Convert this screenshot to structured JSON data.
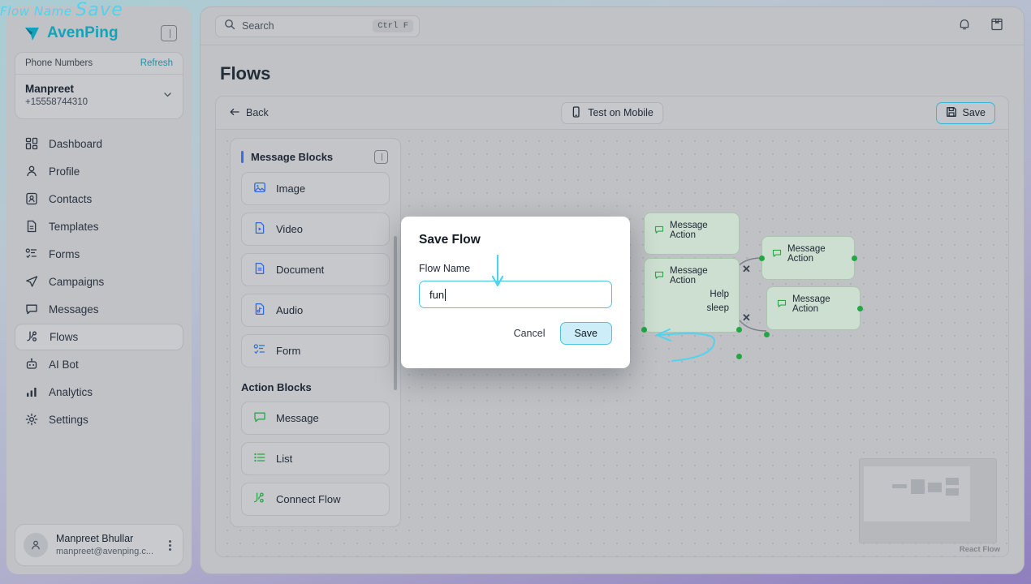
{
  "brand": {
    "name": "AvenPing",
    "logo_icon": "paper-plane-logo",
    "collapse_icon": "panel-collapse-icon"
  },
  "sidebar": {
    "phone_section": {
      "label": "Phone Numbers",
      "refresh_label": "Refresh",
      "selected_name": "Manpreet",
      "selected_number": "+15558744310",
      "chevron_icon": "chevron-down-icon"
    },
    "items": [
      {
        "label": "Dashboard",
        "icon": "grid-icon",
        "active": false
      },
      {
        "label": "Profile",
        "icon": "user-icon",
        "active": false
      },
      {
        "label": "Contacts",
        "icon": "contact-card-icon",
        "active": false
      },
      {
        "label": "Templates",
        "icon": "document-icon",
        "active": false
      },
      {
        "label": "Forms",
        "icon": "form-list-icon",
        "active": false
      },
      {
        "label": "Campaigns",
        "icon": "send-icon",
        "active": false
      },
      {
        "label": "Messages",
        "icon": "chat-bubble-icon",
        "active": false
      },
      {
        "label": "Flows",
        "icon": "flow-branch-icon",
        "active": true
      },
      {
        "label": "AI Bot",
        "icon": "robot-icon",
        "active": false
      },
      {
        "label": "Analytics",
        "icon": "bar-chart-icon",
        "active": false
      },
      {
        "label": "Settings",
        "icon": "gear-icon",
        "active": false
      }
    ],
    "user": {
      "name": "Manpreet Bhullar",
      "email": "manpreet@avenping.c...",
      "avatar_icon": "user-avatar-icon",
      "menu_icon": "kebab-menu-icon"
    }
  },
  "header": {
    "search": {
      "placeholder": "Search",
      "icon": "search-icon",
      "shortcut": "Ctrl F"
    },
    "notification_icon": "bell-icon",
    "bookmark_icon": "book-icon"
  },
  "page": {
    "title": "Flows"
  },
  "board_toolbar": {
    "back_label": "Back",
    "back_icon": "arrow-left-icon",
    "test_label": "Test on Mobile",
    "test_icon": "mobile-icon",
    "save_label": "Save",
    "save_icon": "floppy-disk-icon"
  },
  "palette": {
    "groups": [
      {
        "title": "Message Blocks",
        "accent": "#3b6fe0",
        "toggle_icon": "panel-toggle-icon",
        "items": [
          {
            "label": "Image",
            "icon": "image-icon"
          },
          {
            "label": "Video",
            "icon": "video-file-icon"
          },
          {
            "label": "Document",
            "icon": "document-icon"
          },
          {
            "label": "Audio",
            "icon": "audio-file-icon"
          },
          {
            "label": "Form",
            "icon": "form-list-icon"
          }
        ]
      },
      {
        "title": "Action Blocks",
        "accent": "#2aa84a",
        "items": [
          {
            "label": "Message",
            "icon": "chat-bubble-icon"
          },
          {
            "label": "List",
            "icon": "list-icon"
          },
          {
            "label": "Connect Flow",
            "icon": "connect-flow-icon"
          }
        ]
      }
    ]
  },
  "canvas": {
    "nodes": [
      {
        "title": "Message Action",
        "icon": "chat-bubble-icon",
        "rows": [
          "Help",
          "sleep"
        ]
      },
      {
        "title": "Message Action",
        "icon": "chat-bubble-icon",
        "rows": []
      },
      {
        "title": "Message Action",
        "icon": "chat-bubble-icon",
        "rows": []
      }
    ],
    "edge_delete_icon": "x-icon",
    "attribution": "React Flow"
  },
  "modal": {
    "title": "Save Flow",
    "field_label": "Flow Name",
    "field_value": "fun",
    "cancel_label": "Cancel",
    "save_label": "Save"
  },
  "annotations": [
    {
      "text": "Flow Name",
      "color": "#4fd3ef",
      "points_to": "flow-name-input"
    },
    {
      "text": "Save",
      "color": "#4fd3ef",
      "points_to": "modal-save-button"
    }
  ]
}
